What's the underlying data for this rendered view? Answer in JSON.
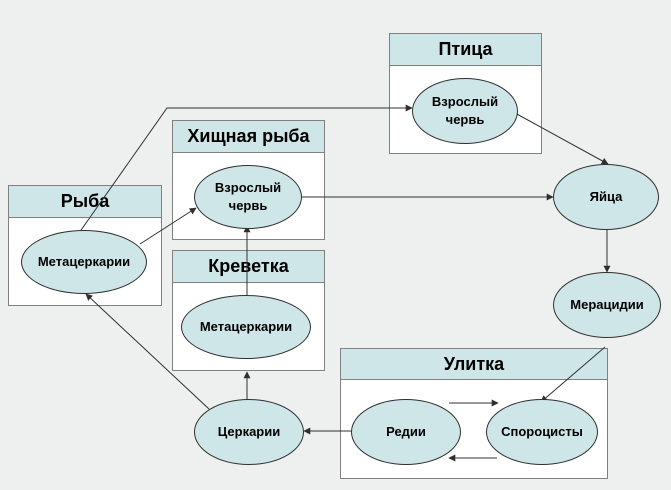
{
  "boxes": {
    "bird": "Птица",
    "predatory_fish": "Хищная рыба",
    "fish": "Рыба",
    "shrimp": "Креветка",
    "snail": "Улитка"
  },
  "nodes": {
    "bird_adult_worm": "Взрослый\nчервь",
    "predfish_adult_worm": "Взрослый\nчервь",
    "fish_metacercariae": "Метацеркарии",
    "shrimp_metacercariae": "Метацеркарии",
    "eggs": "Яйца",
    "miracidia": "Мерацидии",
    "cercariae": "Церкарии",
    "rediae": "Редии",
    "sporocysts": "Спороцисты"
  },
  "colors": {
    "background": "#edf0ee",
    "fill": "#cfe6e8",
    "border": "#808080",
    "edge": "#303030"
  }
}
